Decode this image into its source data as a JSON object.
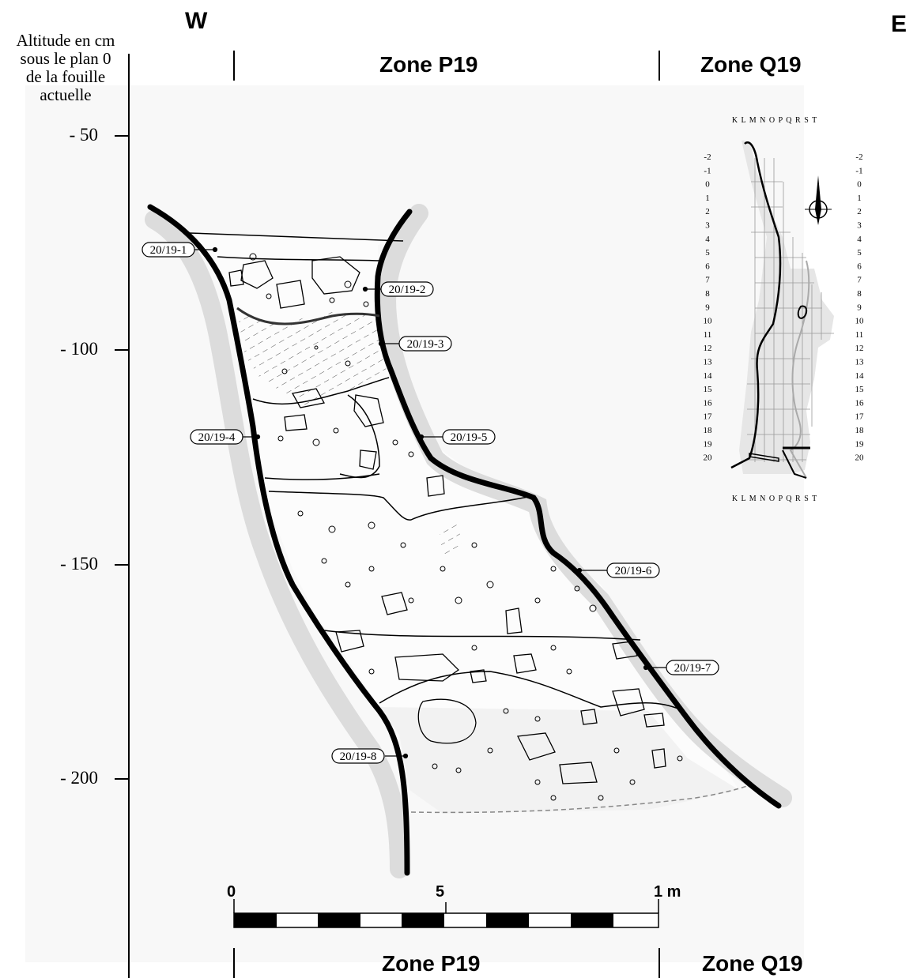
{
  "directions": {
    "west": "W",
    "east": "E"
  },
  "zones": {
    "left": "Zone P19",
    "right": "Zone Q19"
  },
  "altitude_axis": {
    "label_lines": [
      "Altitude en cm",
      "sous le plan 0",
      "de la fouille",
      "actuelle"
    ],
    "ticks": [
      "- 50",
      "- 100",
      "- 150",
      "- 200"
    ]
  },
  "layers": [
    "20/19-1",
    "20/19-2",
    "20/19-3",
    "20/19-4",
    "20/19-5",
    "20/19-6",
    "20/19-7",
    "20/19-8"
  ],
  "scale_bar": {
    "start": "0",
    "mid": "5",
    "end": "1 m"
  },
  "location_map": {
    "column_letters": "K L M N O P Q R S T",
    "row_numbers": [
      "-2",
      "-1",
      "0",
      "1",
      "2",
      "3",
      "4",
      "5",
      "6",
      "7",
      "8",
      "9",
      "10",
      "11",
      "12",
      "13",
      "14",
      "15",
      "16",
      "17",
      "18",
      "19",
      "20"
    ]
  }
}
